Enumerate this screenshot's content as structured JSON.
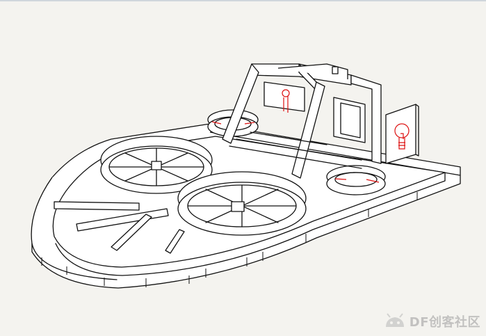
{
  "drawing": {
    "subject": "hovercraft-frame",
    "style": "isometric-line-drawing",
    "colors": {
      "background": "#f4f3ef",
      "line": "#111111",
      "highlight": "#dd1111"
    },
    "icons": [
      "lightbulb-icon",
      "dfrobot-logo"
    ]
  },
  "watermark": {
    "text": "DF创客社区"
  }
}
